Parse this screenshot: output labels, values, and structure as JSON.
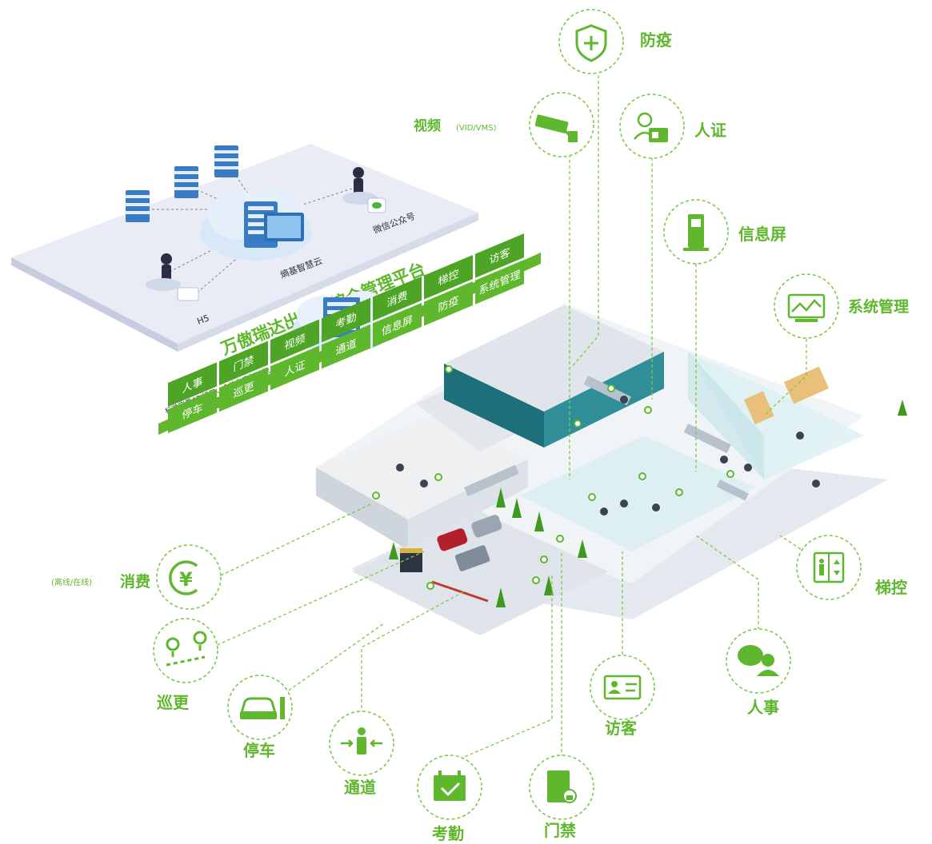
{
  "colors": {
    "brand_green": "#5fb72d",
    "dark_green": "#3e9a1f",
    "platform": "#e9ecf5"
  },
  "cloud_panel": {
    "cloud_name": "熵基智慧云",
    "wechat": "微信公众号",
    "h5": "H5"
  },
  "platform": {
    "title": "万傲瑞达出入口综合管理平台",
    "subtitle": "标准完善API接口、个性化定制功能",
    "tiles": [
      [
        "人事",
        "停车"
      ],
      [
        "门禁",
        "巡更"
      ],
      [
        "视频",
        "人证"
      ],
      [
        "考勤",
        "通道"
      ],
      [
        "消费",
        "信息屏"
      ],
      [
        "梯控",
        "防疫"
      ],
      [
        "访客",
        "系统管理"
      ]
    ]
  },
  "modules": {
    "epidemic": {
      "label": "防疫",
      "icon": "shield-plus-icon"
    },
    "video": {
      "label": "视频",
      "note": "(VID/VMS)",
      "icon": "cctv-camera-icon"
    },
    "id_verify": {
      "label": "人证",
      "icon": "id-card-face-icon"
    },
    "info_screen": {
      "label": "信息屏",
      "icon": "kiosk-icon"
    },
    "system": {
      "label": "系统管理",
      "icon": "monitor-chart-icon"
    },
    "consume": {
      "label": "消费",
      "note": "(离线/在线)",
      "icon": "yen-icon"
    },
    "elevator": {
      "label": "梯控",
      "icon": "elevator-icon"
    },
    "patrol": {
      "label": "巡更",
      "icon": "route-pins-icon"
    },
    "hr": {
      "label": "人事",
      "icon": "people-chat-icon"
    },
    "parking": {
      "label": "停车",
      "icon": "car-barrier-icon"
    },
    "visitor": {
      "label": "访客",
      "icon": "visitor-card-icon"
    },
    "channel": {
      "label": "通道",
      "icon": "person-gate-icon"
    },
    "attendance": {
      "label": "考勤",
      "icon": "calendar-check-icon"
    },
    "door": {
      "label": "门禁",
      "icon": "door-lock-icon"
    }
  }
}
